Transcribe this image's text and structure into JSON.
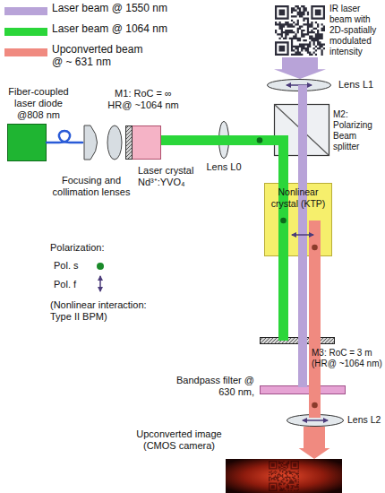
{
  "diagram": {
    "nodes": [
      {
        "text": [
          "Fiber-coupled laser diode @808 nm"
        ]
      },
      {
        "text": [
          "Focusing and collimation lenses"
        ]
      },
      {
        "text": [
          "M1: RoC = ∞ HR@ ~1064 nm",
          "Laser crystal Nd³⁺:YVO₄"
        ]
      },
      {
        "text": [
          "Lens L0"
        ]
      },
      {
        "text": [
          "IR laser beam with 2D-spatially modulated intensity"
        ]
      },
      {
        "text": [
          "Lens L1"
        ]
      },
      {
        "text": [
          "M2: Polarizing Beam splitter"
        ]
      },
      {
        "text": [
          "Nonlinear crystal (KTP)"
        ]
      },
      {
        "text": [
          "M3: RoC = 3 m (HR@ ~1064 nm)"
        ]
      },
      {
        "text": [
          "Bandpass filter @ 630 nm,"
        ]
      },
      {
        "text": [
          "Lens L2"
        ]
      },
      {
        "text": [
          "Upconverted image (CMOS camera)"
        ]
      }
    ],
    "edges": [
      {
        "from": 0,
        "to": 1,
        "arrow": "none"
      },
      {
        "from": 4,
        "to": 5,
        "arrow": "to"
      },
      {
        "from": 10,
        "to": 11,
        "arrow": "to"
      }
    ],
    "labels": [
      "Polarization:",
      "(Nonlinear interaction: Type II BPM)"
    ],
    "legend": [
      {
        "text": "Laser beam @ 1550 nm",
        "color": "#b8a3d8"
      },
      {
        "text": "Laser beam @ 1064 nm",
        "color": "#2bd63a"
      },
      {
        "text": "Upconverted beam @ ~ 631 nm",
        "color": "#f08a80"
      },
      {
        "text": "Pol. s"
      },
      {
        "text": "Pol. f"
      }
    ]
  }
}
